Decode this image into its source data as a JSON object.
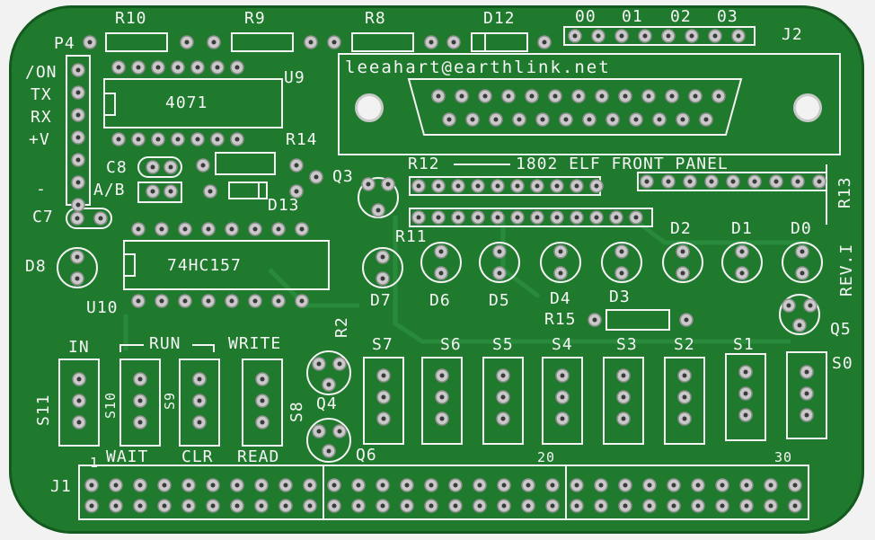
{
  "board": {
    "silkscreen_color": "#f4f4f4",
    "pcb_color": "#1f7a2e",
    "pad_color": "#c9c9c9",
    "email": "leeahart@earthlink.net",
    "title": "1802 ELF FRONT PANEL",
    "revision": "REV.I",
    "chips": {
      "u9": "4071",
      "u10": "74HC157"
    },
    "designators": {
      "r10": "R10",
      "r9": "R9",
      "r8": "R8",
      "d12": "D12",
      "j2": "J2",
      "p4": "P4",
      "u9": "U9",
      "r14": "R14",
      "c8": "C8",
      "ab": "A/B",
      "d13": "D13",
      "q3": "Q3",
      "r12": "R12",
      "r13": "R13",
      "r11": "R11",
      "c7": "C7",
      "d8": "D8",
      "u10": "U10",
      "r2": "R2",
      "d7": "D7",
      "d6": "D6",
      "d5": "D5",
      "d4": "D4",
      "d3": "D3",
      "d2": "D2",
      "d1": "D1",
      "d0": "D0",
      "q5": "Q5",
      "r15": "R15",
      "q4": "Q4",
      "q6": "Q6",
      "j1": "J1",
      "s0": "S0",
      "s1": "S1",
      "s2": "S2",
      "s3": "S3",
      "s4": "S4",
      "s5": "S5",
      "s6": "S6",
      "s7": "S7",
      "s8": "S8",
      "s9": "S9",
      "s10": "S10",
      "s11": "S11"
    },
    "p4_pins": [
      "/ON",
      "TX",
      "RX",
      "+V",
      "-"
    ],
    "j2_pins": [
      "00",
      "01",
      "02",
      "03"
    ],
    "switch_labels": {
      "in": "IN",
      "run": "RUN",
      "write": "WRITE",
      "wait": "WAIT",
      "clr": "CLR",
      "read": "READ"
    },
    "j1_pin_marks": [
      "1",
      "20",
      "30"
    ]
  }
}
